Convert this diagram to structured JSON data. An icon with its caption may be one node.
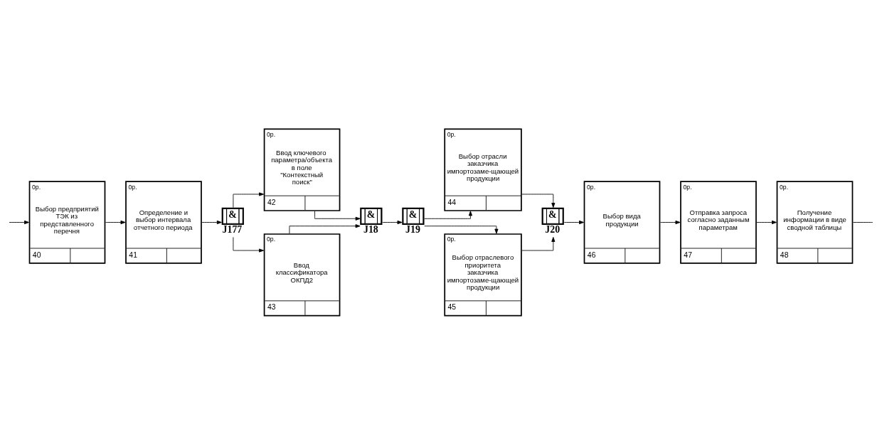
{
  "diagram": {
    "nodes": [
      {
        "text": [
          "0р.",
          "Выбор предприятий ТЭК из представленного перечня",
          "40"
        ]
      },
      {
        "text": [
          "0р.",
          "Определение и выбор интервала отчетного периода",
          "41"
        ]
      },
      {
        "text": [
          "&"
        ],
        "beside": [
          "J177"
        ]
      },
      {
        "text": [
          "0р.",
          "Ввод ключевого параметра/объекта в поле \"Контекстный поиск\"",
          "42"
        ]
      },
      {
        "text": [
          "0р.",
          "Ввод классификатора ОКПД2",
          "43"
        ]
      },
      {
        "text": [
          "&"
        ],
        "beside": [
          "J18"
        ]
      },
      {
        "text": [
          "&"
        ],
        "beside": [
          "J19"
        ]
      },
      {
        "text": [
          "0р.",
          "Выбор отрасли заказчика импортозаме-щающей продукции",
          "44"
        ]
      },
      {
        "text": [
          "0р.",
          "Выбор отраслевого приоритета заказчика импортозаме-щающей продукции",
          "45"
        ]
      },
      {
        "text": [
          "&"
        ],
        "beside": [
          "J20"
        ]
      },
      {
        "text": [
          "0р.",
          "Выбор вида продукции",
          "46"
        ]
      },
      {
        "text": [
          "0р.",
          "Отправка запроса согласно заданным параметрам",
          "47"
        ]
      },
      {
        "text": [
          "0р.",
          "Получение информации в виде сводной таблицы",
          "48"
        ]
      }
    ],
    "edges": [
      {
        "from": null,
        "to": 0,
        "arrow": "to"
      },
      {
        "from": 0,
        "to": 1,
        "arrow": "to"
      },
      {
        "from": 1,
        "to": 2,
        "arrow": "to"
      },
      {
        "from": 2,
        "to": 3,
        "arrow": "to"
      },
      {
        "from": 2,
        "to": 4,
        "arrow": "to"
      },
      {
        "from": 3,
        "to": 5,
        "arrow": "to"
      },
      {
        "from": 4,
        "to": 5,
        "arrow": "to"
      },
      {
        "from": 5,
        "to": 6,
        "arrow": "to"
      },
      {
        "from": 6,
        "to": 7,
        "arrow": "to"
      },
      {
        "from": 6,
        "to": 8,
        "arrow": "to"
      },
      {
        "from": 7,
        "to": 9,
        "arrow": "to"
      },
      {
        "from": 8,
        "to": 9,
        "arrow": "to"
      },
      {
        "from": 9,
        "to": 10,
        "arrow": "to"
      },
      {
        "from": 10,
        "to": 11,
        "arrow": "to"
      },
      {
        "from": 11,
        "to": 12,
        "arrow": "to"
      },
      {
        "from": 12,
        "to": null,
        "arrow": "none"
      }
    ]
  }
}
